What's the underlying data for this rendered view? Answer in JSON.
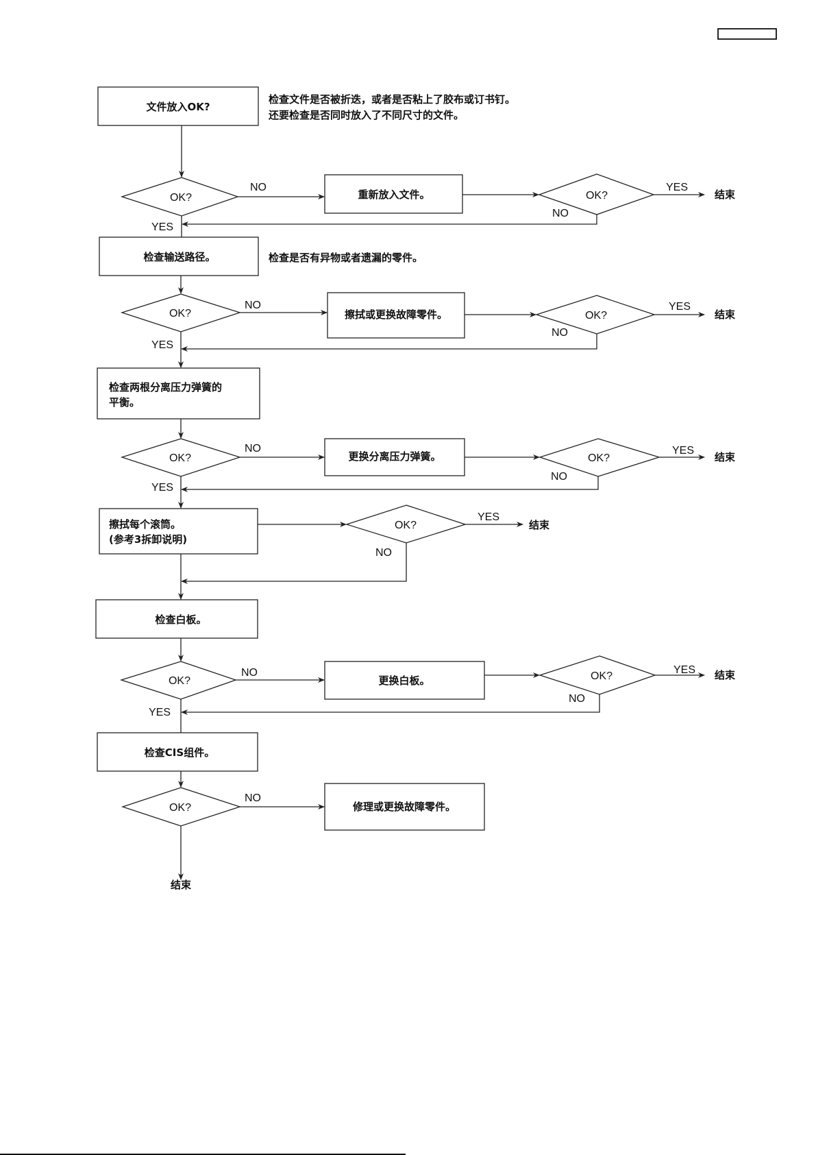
{
  "flowchart": {
    "steps": [
      {
        "label": "文件放入OK?",
        "note_lines": [
          "检查文件是否被折迭，或者是否粘上了胶布或订书钉。",
          "还要检查是否同时放入了不同尺寸的文件。"
        ]
      },
      {
        "label": "检查输送路径。",
        "note_lines": [
          "检查是否有异物或者遗漏的零件。"
        ]
      },
      {
        "label_lines": [
          "检查两根分离压力弹簧的",
          "平衡。"
        ]
      },
      {
        "label_lines": [
          "擦拭每个滚筒。",
          "(参考3拆卸说明)"
        ]
      },
      {
        "label": "检查白板。"
      },
      {
        "label": "检查CIS组件。"
      }
    ],
    "actions": [
      "重新放入文件。",
      "擦拭或更换故障零件。",
      "更换分离压力弹簧。",
      "更换白板。",
      "修理或更换故障零件。"
    ],
    "decision_label": "OK?",
    "yes_label": "YES",
    "no_label": "NO",
    "end_label": "结束"
  }
}
